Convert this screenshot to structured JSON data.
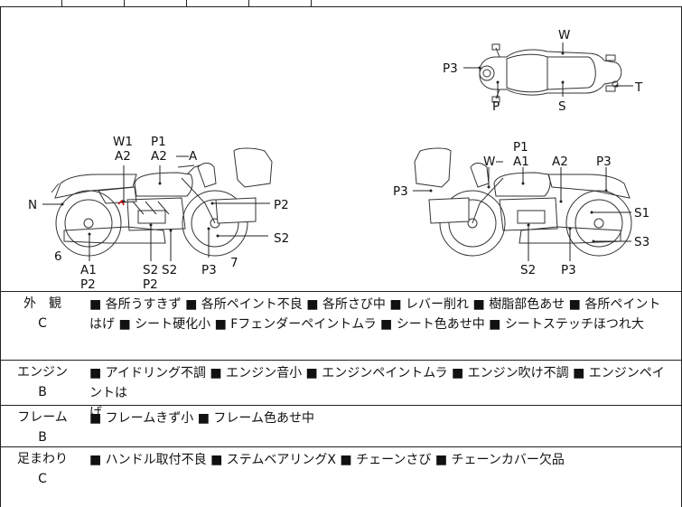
{
  "diagram": {
    "right_top": {
      "W": "W",
      "P3": "P3",
      "P": "P",
      "S": "S",
      "T": "T"
    },
    "left_bike": {
      "W1": "W1",
      "A2": "A2",
      "P1": "P1",
      "A2b": "A2",
      "A": "A",
      "N": "N",
      "P2": "P2",
      "S2": "S2",
      "six": "6",
      "seven": "7",
      "A1": "A1",
      "P2b": "P2",
      "S2b": "S2",
      "P2c": "P2",
      "S2c": "S2",
      "P3": "P3"
    },
    "right_bike": {
      "W": "W",
      "P1": "P1",
      "A1": "A1",
      "A2": "A2",
      "P3a": "P3",
      "P3b": "P3",
      "S1": "S1",
      "S3": "S3",
      "S2": "S2",
      "P3c": "P3"
    }
  },
  "rows": [
    {
      "name": "外　観",
      "grade": "C",
      "lines": [
        "■ 各所うすきず ■ 各所ペイント不良 ■ 各所さび中 ■ レバー削れ ■ 樹脂部色あせ ■ 各所ペイント",
        "はげ ■ シート硬化小 ■ Fフェンダーペイントムラ ■ シート色あせ中 ■ シートステッチほつれ大"
      ]
    },
    {
      "name": "エンジン",
      "grade": "B",
      "lines": [
        "■ アイドリング不調 ■ エンジン音小 ■ エンジンペイントムラ ■ エンジン吹け不調 ■ エンジンペイントは",
        "げ"
      ]
    },
    {
      "name": "フレーム",
      "grade": "B",
      "lines": [
        "■ フレームきず小 ■ フレーム色あせ中"
      ]
    },
    {
      "name": "足まわり",
      "grade": "C",
      "lines": [
        "■ ハンドル取付不良 ■ ステムベアリングX ■ チェーンさび ■ チェーンカバー欠品"
      ]
    }
  ]
}
